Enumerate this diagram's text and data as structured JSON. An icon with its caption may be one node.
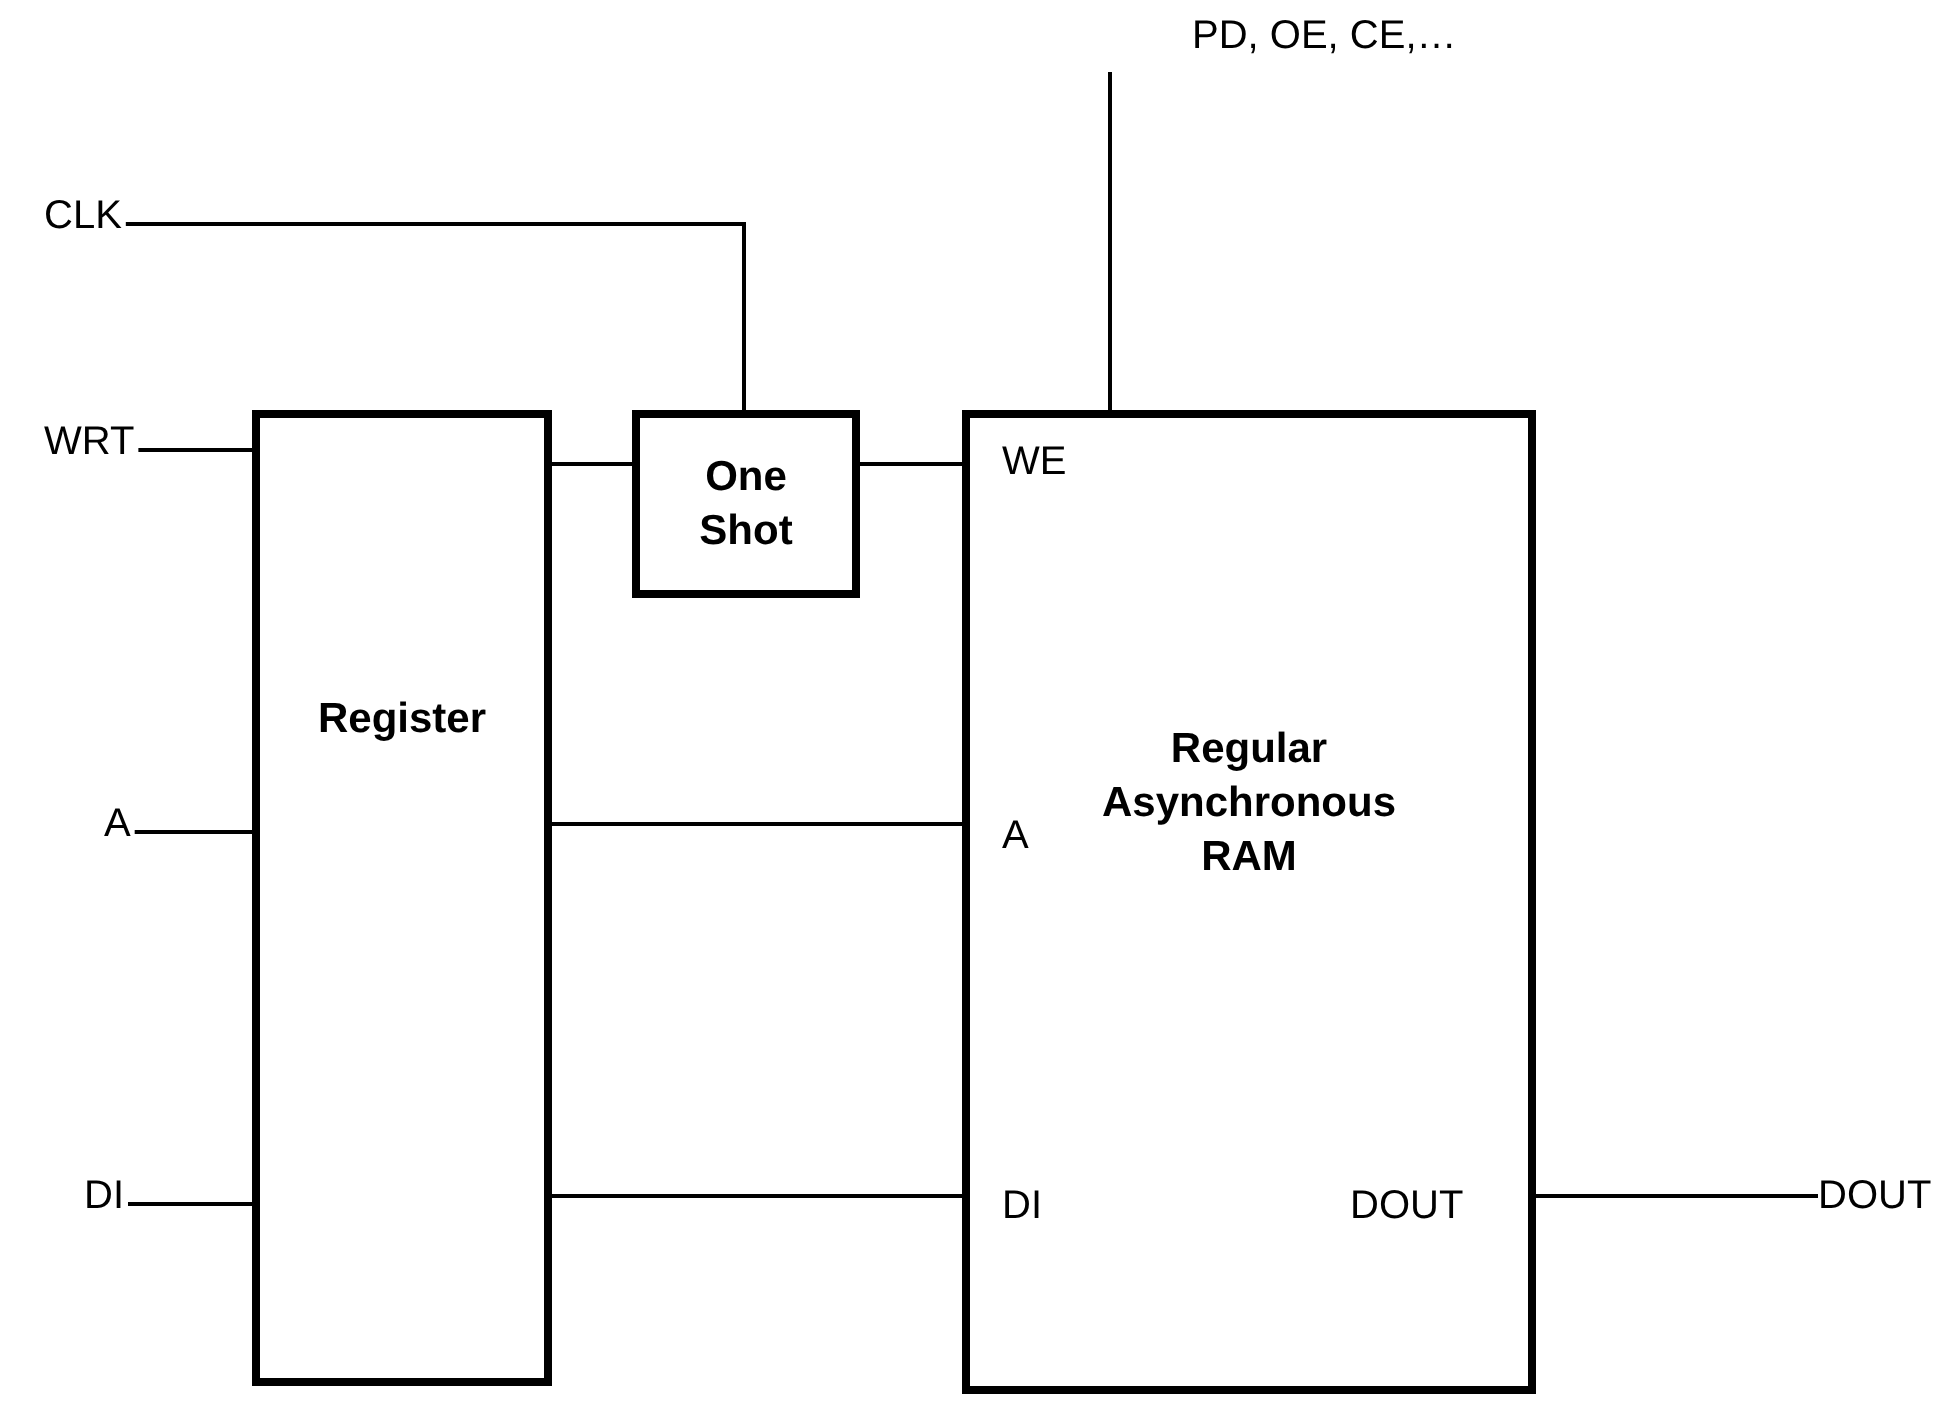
{
  "diagram": {
    "nodes": [
      {
        "text": [
          "CLK"
        ]
      },
      {
        "text": [
          "WRT"
        ]
      },
      {
        "text": [
          "A"
        ]
      },
      {
        "text": [
          "DI"
        ]
      },
      {
        "text": [
          "Register"
        ]
      },
      {
        "text": [
          "One Shot"
        ]
      },
      {
        "text": [
          "Regular Asynchronous RAM",
          "WE",
          "A",
          "DI",
          "DOUT"
        ]
      },
      {
        "text": [
          "PD, OE, CE,…"
        ]
      },
      {
        "text": [
          "DOUT"
        ]
      }
    ],
    "edges": [
      {
        "from": 0,
        "to": 5,
        "arrow": "none"
      },
      {
        "from": 7,
        "to": 6,
        "arrow": "none"
      },
      {
        "from": 1,
        "to": 4,
        "arrow": "none"
      },
      {
        "from": 4,
        "to": 5,
        "arrow": "none"
      },
      {
        "from": 5,
        "to": 6,
        "arrow": "none"
      },
      {
        "from": 2,
        "to": 4,
        "arrow": "none"
      },
      {
        "from": 4,
        "to": 6,
        "arrow": "none"
      },
      {
        "from": 3,
        "to": 4,
        "arrow": "none"
      },
      {
        "from": 4,
        "to": 6,
        "arrow": "none"
      },
      {
        "from": 6,
        "to": 8,
        "arrow": "none"
      }
    ]
  }
}
